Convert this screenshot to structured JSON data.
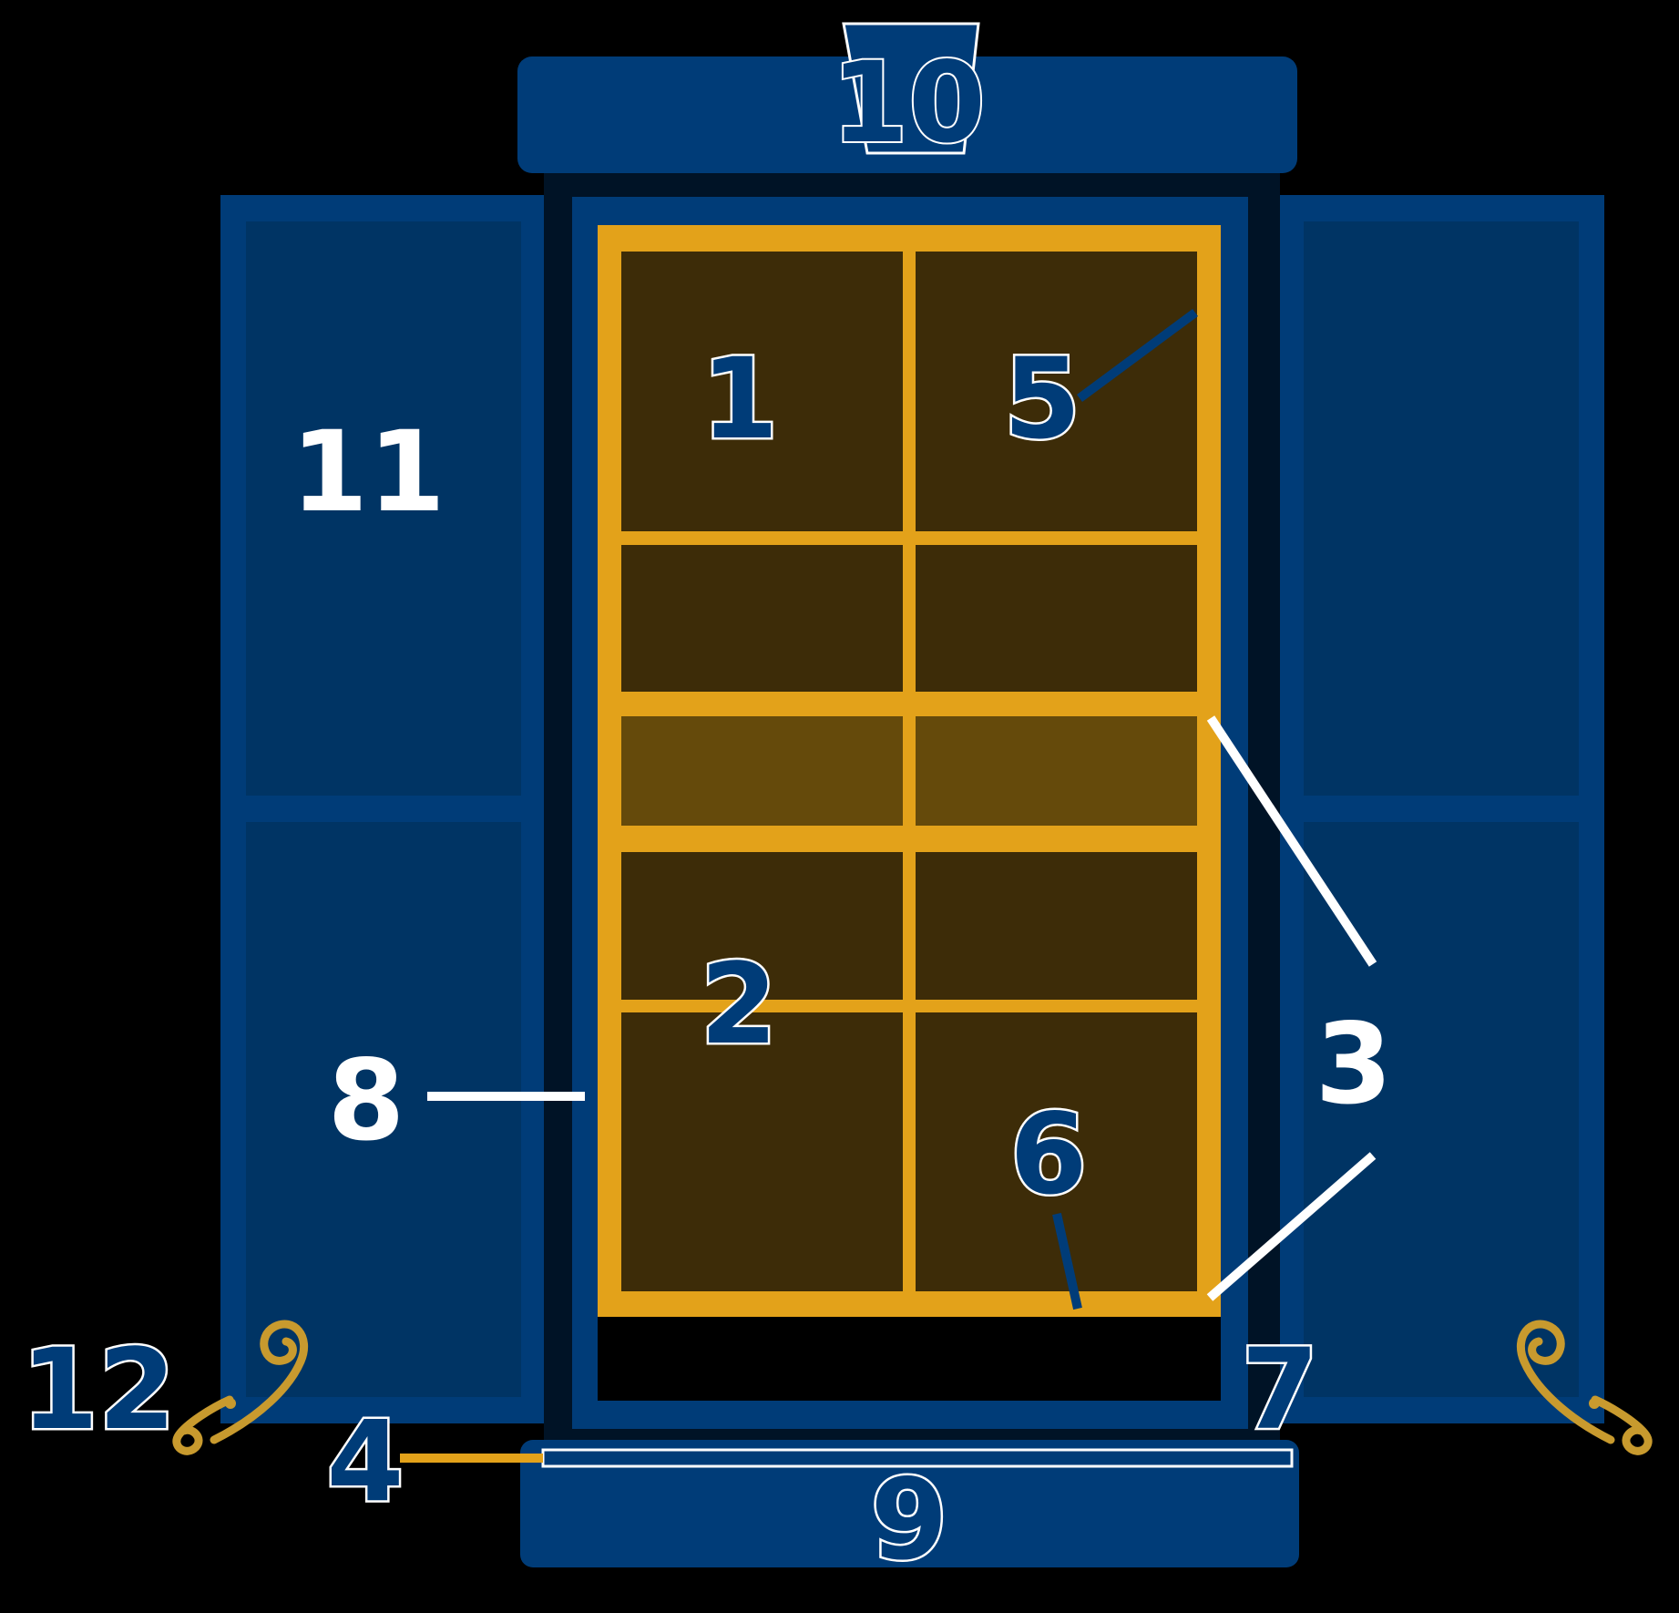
{
  "colors": {
    "background": "#000000",
    "shutter_blue": "#003c78",
    "shutter_panel": "#003464",
    "frame_dark": "#001326",
    "sash_gold": "#e3a21a",
    "glass_dark": "#3d2c08",
    "glass_light": "#654a0b",
    "hinge_gold": "#c89a2e",
    "label_white": "#ffffff"
  },
  "labels": {
    "n1": "1",
    "n2": "2",
    "n3": "3",
    "n4": "4",
    "n5": "5",
    "n6": "6",
    "n7": "7",
    "n8": "8",
    "n9": "9",
    "n10": "10",
    "n11": "11",
    "n12": "12"
  }
}
